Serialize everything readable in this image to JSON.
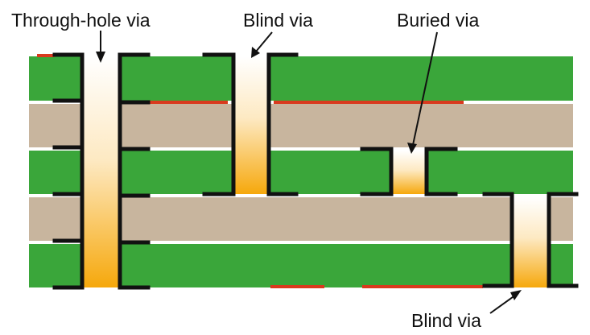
{
  "labels": {
    "through_hole": "Through-hole via",
    "blind_top": "Blind via",
    "buried": "Buried via",
    "blind_bottom": "Blind via"
  },
  "colors": {
    "background": "#ffffff",
    "green_layer": "#3aa63a",
    "core_layer": "#c8b59e",
    "separator": "#f2f2f2",
    "conductor": "#111111",
    "trace": "#d93a1e",
    "via_fill_top": "#ffffff",
    "via_fill_bottom": "#f6a80c",
    "label_text": "#111111"
  },
  "layers": [
    "green",
    "core",
    "green",
    "core",
    "green"
  ]
}
